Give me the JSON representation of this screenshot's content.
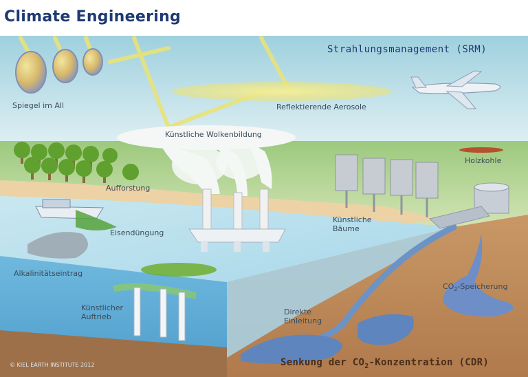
{
  "title": "Climate Engineering",
  "srm": {
    "heading": "Strahlungsmanagement (SRM)",
    "mirrors": "Spiegel im All",
    "aerosols": "Reflektierende Aerosole",
    "clouds": "Künstliche Wolkenbildung"
  },
  "cdr": {
    "heading_pre": "Senkung der CO",
    "heading_sub": "2",
    "heading_post": "-Konzentration (CDR)",
    "afforestation": "Aufforstung",
    "biochar": "Holzkohle",
    "iron": "Eisendüngung",
    "trees_l1": "Künstliche",
    "trees_l2": "Bäume",
    "alkalinity": "Alkalinitätseintrag",
    "upwelling_l1": "Künstlicher",
    "upwelling_l2": "Auftrieb",
    "injection_l1": "Direkte",
    "injection_l2": "Einleitung",
    "storage_pre": "CO",
    "storage_sub": "2",
    "storage_post": "-Speicherung"
  },
  "credit": "© KIEL EARTH INSTITUTE 2012",
  "colors": {
    "title": "#1e3a72",
    "sky": "#bfe0ea",
    "land": "#a9cf86",
    "ocean": "#8ccbe6",
    "soil": "#c08c5e"
  }
}
